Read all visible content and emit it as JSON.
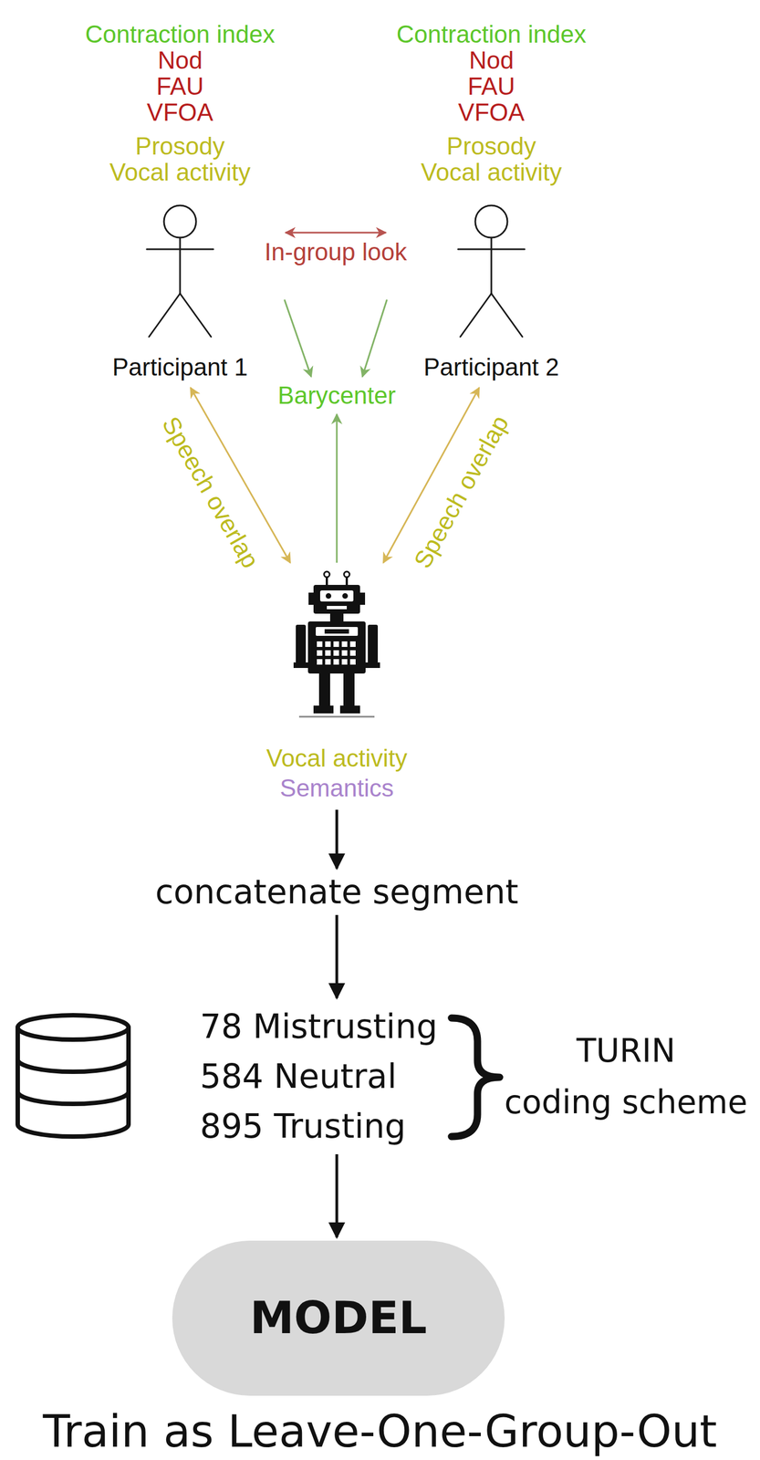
{
  "diagram": {
    "nodes": [
      {
        "text": [
          "Contraction index",
          "Nod",
          "FAU",
          "VFOA",
          "Prosody",
          "Vocal activity",
          "Participant 1"
        ]
      },
      {
        "text": [
          "Contraction index",
          "Nod",
          "FAU",
          "VFOA",
          "Prosody",
          "Vocal activity",
          "Participant 2"
        ]
      },
      {
        "text": [
          "Barycenter"
        ]
      },
      {
        "text": [
          "Vocal activity",
          "Semantics"
        ]
      },
      {
        "text": [
          "concatenate segment"
        ]
      },
      {
        "text": [
          "78 Mistrusting",
          "584 Neutral",
          "895 Trusting"
        ]
      },
      {
        "text": [
          "MODEL"
        ]
      }
    ],
    "edges": [
      {
        "from": 0,
        "to": 1,
        "label": "In-group look",
        "arrow": "both"
      },
      {
        "from": 0,
        "to": 2,
        "arrow": "to"
      },
      {
        "from": 1,
        "to": 2,
        "arrow": "to"
      },
      {
        "from": 3,
        "to": 2,
        "arrow": "to"
      },
      {
        "from": 0,
        "to": 3,
        "label": "Speech overlap",
        "arrow": "both"
      },
      {
        "from": 1,
        "to": 3,
        "label": "Speech overlap",
        "arrow": "both"
      },
      {
        "from": 3,
        "to": 4,
        "arrow": "to"
      },
      {
        "from": 4,
        "to": 5,
        "arrow": "to"
      },
      {
        "from": 5,
        "to": 6,
        "arrow": "to"
      }
    ],
    "labels": [
      "TURIN",
      "coding scheme",
      "Train as Leave-One-Group-Out"
    ]
  }
}
